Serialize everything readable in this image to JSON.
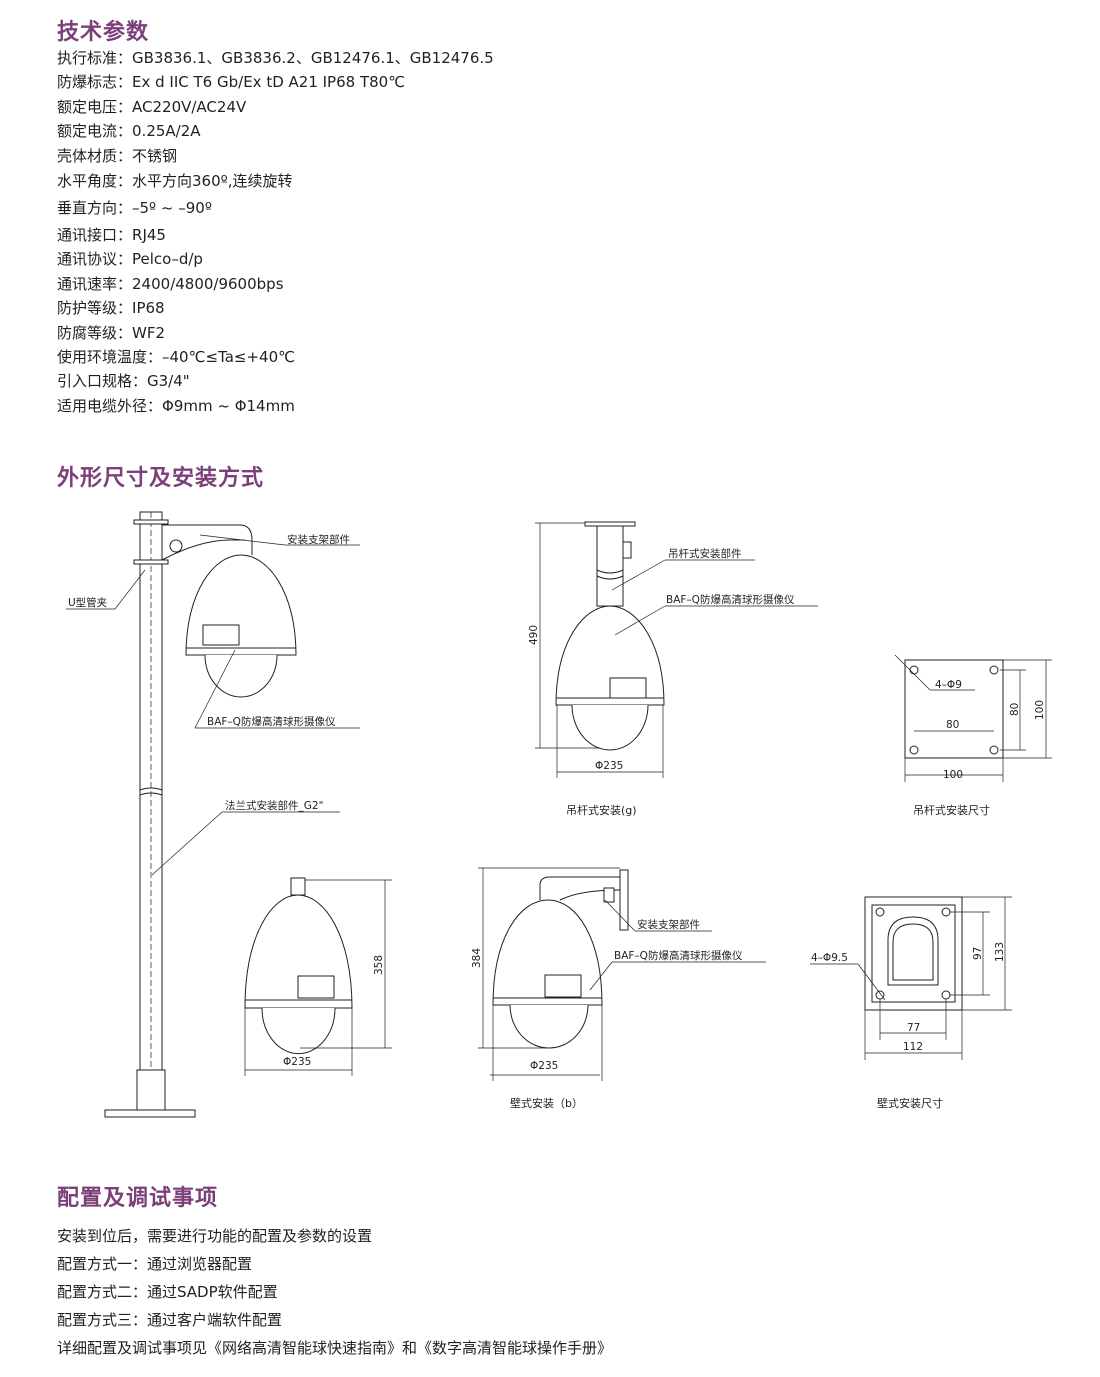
{
  "sections": {
    "specs_title": "技术参数",
    "dims_title": "外形尺寸及安装方式",
    "config_title": "配置及调试事项"
  },
  "specs": [
    {
      "label": "执行标准：",
      "value": "GB3836.1、GB3836.2、GB12476.1、GB12476.5"
    },
    {
      "label": "防爆标志：",
      "value": "Ex d IIC T6 Gb/Ex tD A21 IP68 T80℃"
    },
    {
      "label": "额定电压：",
      "value": "AC220V/AC24V"
    },
    {
      "label": "额定电流：",
      "value": "0.25A/2A"
    },
    {
      "label": "壳体材质：",
      "value": "不锈钢"
    },
    {
      "label": "水平角度：",
      "value": "水平方向360º,连续旋转"
    },
    {
      "label": "垂直方向：",
      "value": "–5º ~ –90º"
    },
    {
      "label": "通讯接口：",
      "value": "RJ45"
    },
    {
      "label": "通讯协议：",
      "value": "Pelco–d/p"
    },
    {
      "label": "通讯速率：",
      "value": "2400/4800/9600bps"
    },
    {
      "label": "防护等级：",
      "value": "IP68"
    },
    {
      "label": "防腐等级：",
      "value": "WF2"
    },
    {
      "label": "使用环境温度：",
      "value": "–40℃≤Ta≤+40℃"
    },
    {
      "label": "引入口规格：",
      "value": "G3/4\""
    },
    {
      "label": "适用电缆外径：",
      "value": "Φ9mm ~ Φ14mm"
    }
  ],
  "drawings": {
    "pole": {
      "bracket": "安装支架部件",
      "clamp": "U型管夹",
      "camera": "BAF–Q防爆高清球形摄像仪",
      "flange": "法兰式安装部件_G2\""
    },
    "pendant": {
      "rod": "吊杆式安装部件",
      "camera": "BAF–Q防爆高清球形摄像仪",
      "height": "490",
      "diameter": "Φ235",
      "caption": "吊杆式安装(g)"
    },
    "pendant_plate": {
      "holes": "4–Φ9",
      "inner_w": "80",
      "outer_w": "100",
      "inner_h": "80",
      "outer_h": "100",
      "caption": "吊杆式安装尺寸"
    },
    "standalone": {
      "height": "358",
      "diameter": "Φ235"
    },
    "wall": {
      "bracket": "安装支架部件",
      "camera": "BAF–Q防爆高清球形摄像仪",
      "height": "384",
      "diameter": "Φ235",
      "caption": "壁式安装（b）"
    },
    "wall_plate": {
      "holes": "4–Φ9.5",
      "inner_h": "97",
      "outer_h": "133",
      "inner_w": "77",
      "outer_w": "112",
      "caption": "壁式安装尺寸"
    }
  },
  "config": [
    "安装到位后，需要进行功能的配置及参数的设置",
    "配置方式一：通过浏览器配置",
    "配置方式二：通过SADP软件配置",
    "配置方式三：通过客户端软件配置",
    "详细配置及调试事项见《网络高清智能球快速指南》和《数字高清智能球操作手册》"
  ],
  "colors": {
    "heading": "#7b3f7a",
    "text": "#231f20"
  }
}
